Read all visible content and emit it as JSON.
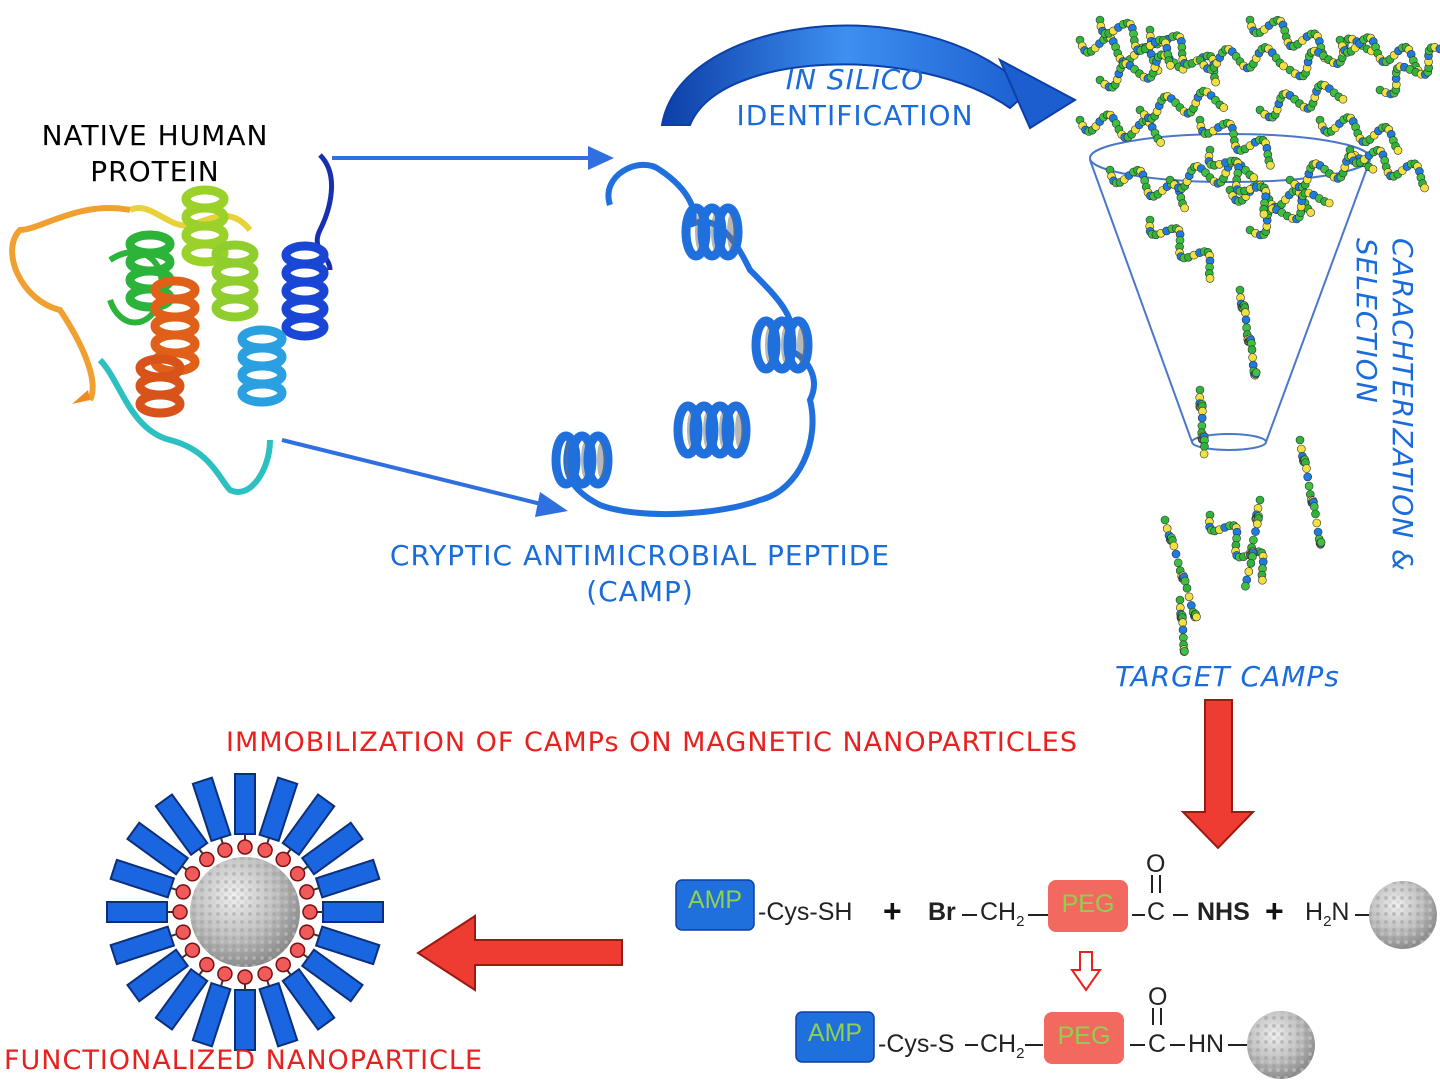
{
  "labels": {
    "native_protein": [
      "NATIVE HUMAN",
      "PROTEIN"
    ],
    "in_silico": [
      "IN SILICO",
      "IDENTIFICATION"
    ],
    "camp": [
      "CRYPTIC ANTIMICROBIAL PEPTIDE",
      "(CAMP)"
    ],
    "characterization": [
      "CARACHTERIZATION &",
      "SELECTION"
    ],
    "target": "TARGET CAMPs",
    "immobilization": "IMMOBILIZATION OF CAMPs ON MAGNETIC NANOPARTICLES",
    "functionalized": "FUNCTIONALIZED NANOPARTICLE"
  },
  "reaction": {
    "amp": "AMP",
    "cys_sh": "-Cys-SH",
    "plus": "+",
    "br": "Br",
    "ch2": "CH",
    "sub2": "2",
    "peg": "PEG",
    "carbonyl_o": "O",
    "carbon": "C",
    "nhs": "NHS",
    "h2n_h": "H",
    "h2n_n": "N",
    "product_cys": "-Cys-S",
    "product_hn": "HN"
  },
  "colors": {
    "label_blue": "#1a6bdc",
    "label_red": "#e8201e",
    "arrow_blue": "#2f6fe0",
    "amp_box": "#1f6fdd",
    "amp_text": "#8fd14f",
    "peg_box": "#f2695f",
    "peg_text": "#8fd14f",
    "rod_blue": "#1a66e0",
    "bead_red": "#f05a5a"
  }
}
